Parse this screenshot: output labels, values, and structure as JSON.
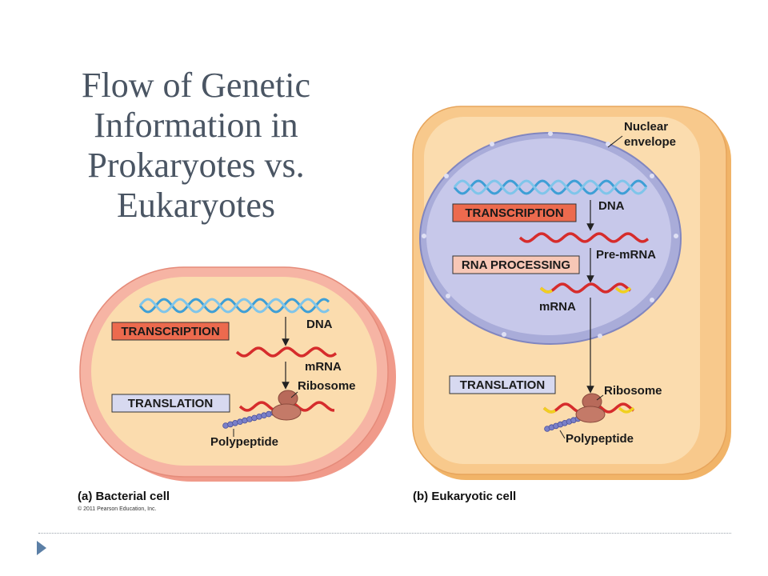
{
  "title_lines": [
    "Flow of Genetic",
    "Information in",
    "Prokaryotes vs.",
    "Eukaryotes"
  ],
  "bacterial": {
    "box_transcription": "TRANSCRIPTION",
    "box_translation": "TRANSLATION",
    "dna": "DNA",
    "mrna": "mRNA",
    "ribosome": "Ribosome",
    "polypeptide": "Polypeptide",
    "caption": "(a) Bacterial cell",
    "copyright": "© 2011 Pearson Education, Inc."
  },
  "eukaryotic": {
    "nuclear_envelope_1": "Nuclear",
    "nuclear_envelope_2": "envelope",
    "box_transcription": "TRANSCRIPTION",
    "box_rna_processing": "RNA PROCESSING",
    "box_translation": "TRANSLATION",
    "dna": "DNA",
    "pre_mrna": "Pre-mRNA",
    "mrna": "mRNA",
    "ribosome": "Ribosome",
    "polypeptide": "Polypeptide",
    "caption": "(b) Eukaryotic cell"
  },
  "colors": {
    "title": "#4a5563",
    "cytoplasm": "#fbdcae",
    "bacterial_wall": "#f6b4a4",
    "euk_wall": "#f8c98c",
    "nucleus": "#c7c8ea",
    "dna_strand": "#3e9fd6",
    "mrna": "#d62c2c",
    "cap_tail": "#f0d020",
    "ribosome": "#b86a5a",
    "polypeptide": "#7a80c8",
    "box_transcription": "#ec6a4e",
    "box_rna_processing": "#f7c7b6",
    "box_translation": "#d7d9f0",
    "bullet": "#5b7fa6"
  }
}
